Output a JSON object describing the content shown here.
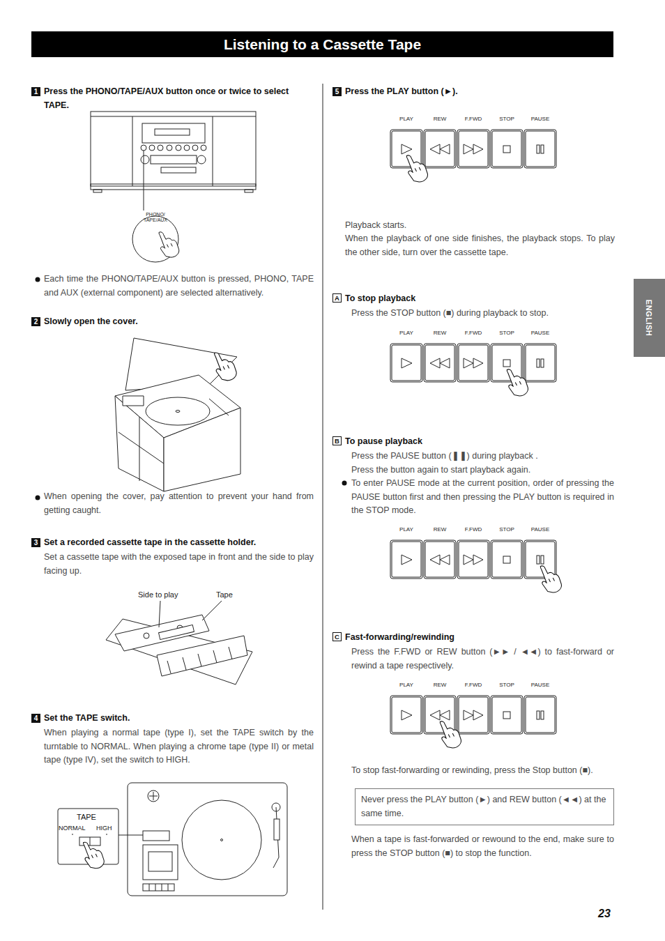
{
  "diagram": {
    "title": "Listening to a Cassette Tape",
    "nodes": [
      {
        "text": [
          "Never press the PLAY button (►) and REW button (◄◄) at the same time."
        ]
      }
    ],
    "labels": [
      "1",
      "Press the PHONO/TAPE/AUX button once or twice to select TAPE.",
      "PHONO/ TAPE/AUX",
      "Each time the PHONO/TAPE/AUX button is pressed, PHONO, TAPE and AUX (external component) are selected alternatively.",
      "2",
      "Slowly open the cover.",
      "When opening the cover, pay attention to prevent your hand from getting caught.",
      "3",
      "Set a recorded cassette tape in the cassette holder.",
      "Set a cassette tape with the exposed tape in front and the side to play facing up.",
      "Side to play",
      "Tape",
      "4",
      "Set the TAPE switch.",
      "When playing a normal tape (type I), set the TAPE switch by the turntable to NORMAL. When playing a chrome tape (type II) or metal tape (type IV), set the switch to HIGH.",
      "TAPE",
      "NORMAL",
      "HIGH",
      "5",
      "Press the PLAY button (►).",
      "PLAY",
      "REW",
      "F.FWD",
      "STOP",
      "PAUSE",
      "Playback starts.",
      "When the playback of one side finishes, the playback stops. To play the other side, turn over the cassette tape.",
      "A",
      "To stop playback",
      "Press the STOP button (■) during playback to stop.",
      "PLAY",
      "REW",
      "F.FWD",
      "STOP",
      "PAUSE",
      "B",
      "To pause playback",
      "Press the PAUSE button (❚❚) during playback .",
      "Press the button again to start playback again.",
      "To enter PAUSE mode at the current position, order of pressing the PAUSE button first and then pressing the PLAY button is required in the STOP mode.",
      "PLAY",
      "REW",
      "F.FWD",
      "STOP",
      "PAUSE",
      "C",
      "Fast-forwarding/rewinding",
      "Press the F.FWD or REW button (►► / ◄◄) to fast-forward or rewind a tape respectively.",
      "PLAY",
      "REW",
      "F.FWD",
      "STOP",
      "PAUSE",
      "To stop fast-forwarding or rewinding, press the Stop button (■).",
      "When a tape is fast-forwarded or rewound to the end, make sure to press the STOP button (■) to stop the function.",
      "ENGLISH",
      "23"
    ]
  }
}
